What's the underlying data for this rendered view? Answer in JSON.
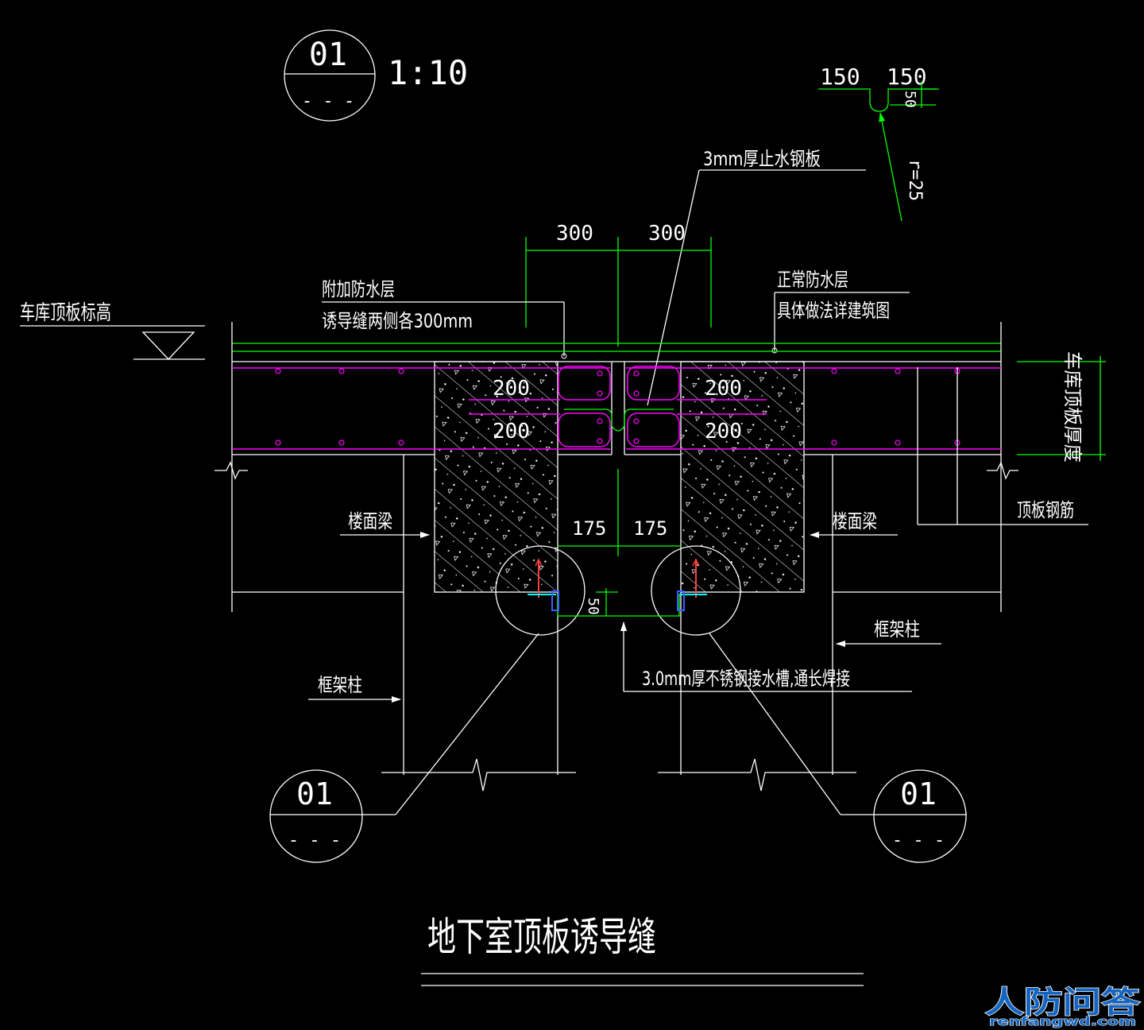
{
  "drawing": {
    "title": "地下室顶板诱导缝",
    "scale": "1:10"
  },
  "detail_marks": {
    "top": {
      "number": "01",
      "sheet": "- - -"
    },
    "bottom_left": {
      "number": "01",
      "sheet": "- - -"
    },
    "bottom_right": {
      "number": "01",
      "sheet": "- - -"
    }
  },
  "waterstop_profile": {
    "width_left": "150",
    "width_right": "150",
    "depth": "50",
    "radius": "r=25"
  },
  "dimensions": {
    "top_left": "300",
    "top_right": "300",
    "bar_upper_left": "200",
    "bar_lower_left": "200",
    "bar_upper_right": "200",
    "bar_lower_right": "200",
    "mid_left": "175",
    "mid_right": "175",
    "groove": "50"
  },
  "labels": {
    "waterstop_plate": "3mm厚止水钢板",
    "extra_waterproof_line1": "附加防水层",
    "extra_waterproof_line2": "诱导缝两侧各300mm",
    "normal_waterproof_line1": "正常防水层",
    "normal_waterproof_line2": "具体做法详建筑图",
    "slab_elevation": "车库顶板标高",
    "slab_thickness": "车库顶板厚度",
    "floor_beam_left": "楼面梁",
    "floor_beam_right": "楼面梁",
    "slab_rebar": "顶板钢筋",
    "frame_column_left": "框架柱",
    "frame_column_right": "框架柱",
    "drain_trough": "3.0mm厚不锈钢接水槽,通长焊接"
  },
  "watermark": {
    "name": "人防问答",
    "url": "renfangwd.com"
  },
  "colors": {
    "background": "#000000",
    "outline": "#ffffff",
    "dimension": "#00ff00",
    "rebar": "#ff00ff",
    "anchor": "#00ffff",
    "watermark": "#1565c0"
  }
}
